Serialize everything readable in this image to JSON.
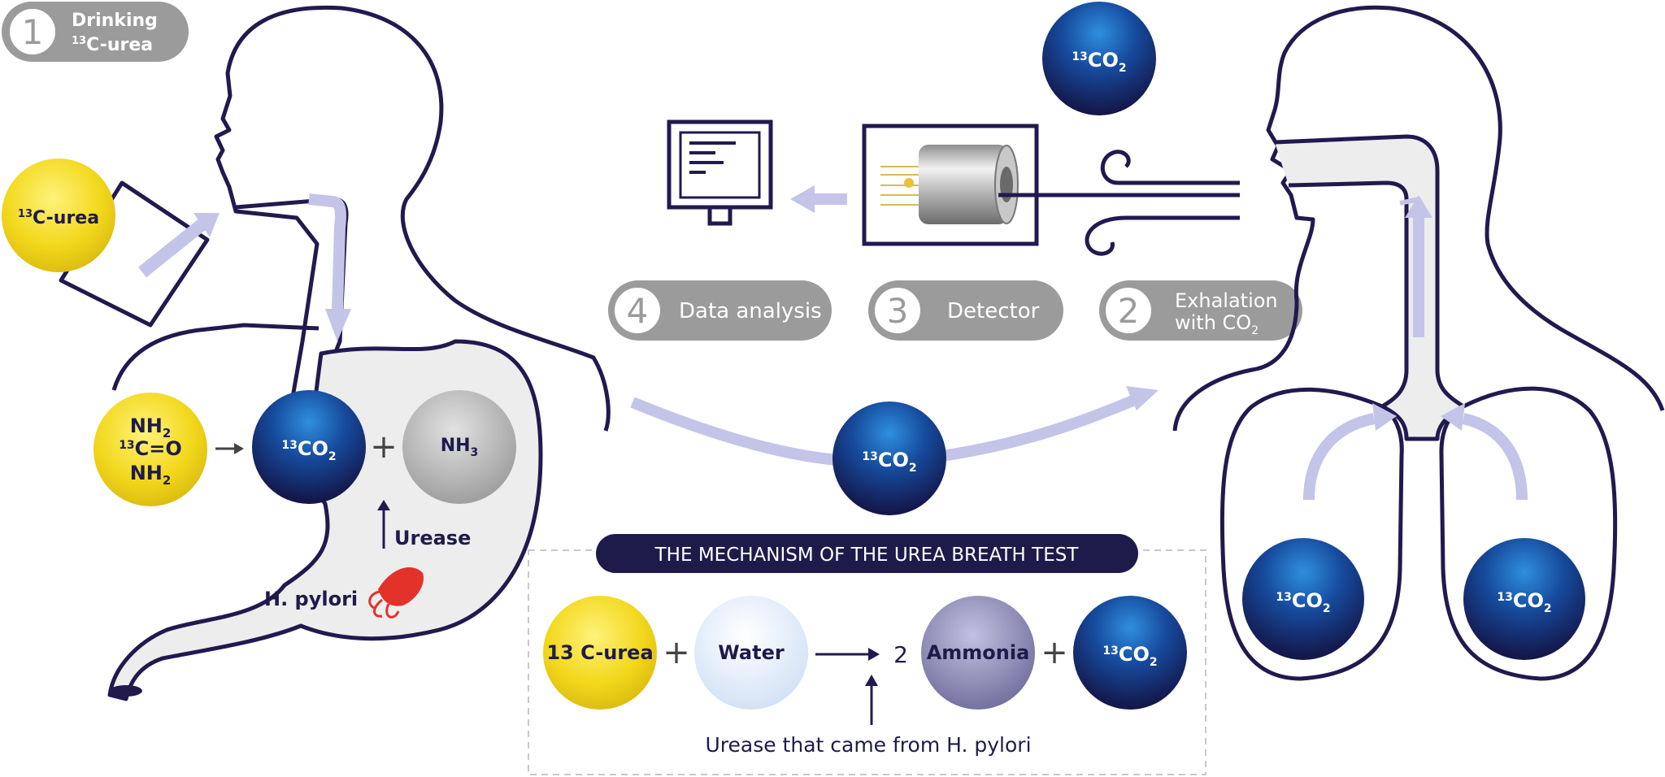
{
  "steps": {
    "s1": {
      "num": "1",
      "line1": "Drinking",
      "iso": "13",
      "line2": "C-urea"
    },
    "s2": {
      "num": "2",
      "line1": "Exhalation",
      "line2": "with CO",
      "sub": "2"
    },
    "s3": {
      "num": "3",
      "label": "Detector"
    },
    "s4": {
      "num": "4",
      "label": "Data analysis"
    }
  },
  "molecules": {
    "co2_iso": "13",
    "co2_base": "CO",
    "co2_sub": "2",
    "urea_label": "C-urea",
    "urea_iso": "13",
    "urea_formula": {
      "top": "NH",
      "top_sub": "2",
      "mid_iso": "13",
      "mid": "C=O",
      "bottom": "NH",
      "bottom_sub": "2"
    },
    "nh3_base": "NH",
    "nh3_sub": "3",
    "plus": "+",
    "urease": "Urease",
    "h_pylori": "H. pylori"
  },
  "mechanism": {
    "title": "THE MECHANISM OF THE UREA BREATH TEST",
    "reactant1": "13 C-urea",
    "reactant2": "Water",
    "coef": "2",
    "product1": "Ammonia",
    "caption": "Urease that came from H. pylori"
  },
  "colors": {
    "navy": "#1e1b4b",
    "outline": "#22194f",
    "arrow": "#c3c4e8",
    "pill": "#9b9b9b",
    "yellow": "#f1d51c",
    "blue": "#1a4fb0",
    "stomach": "#ededed",
    "bacteria": "#e3322a"
  }
}
